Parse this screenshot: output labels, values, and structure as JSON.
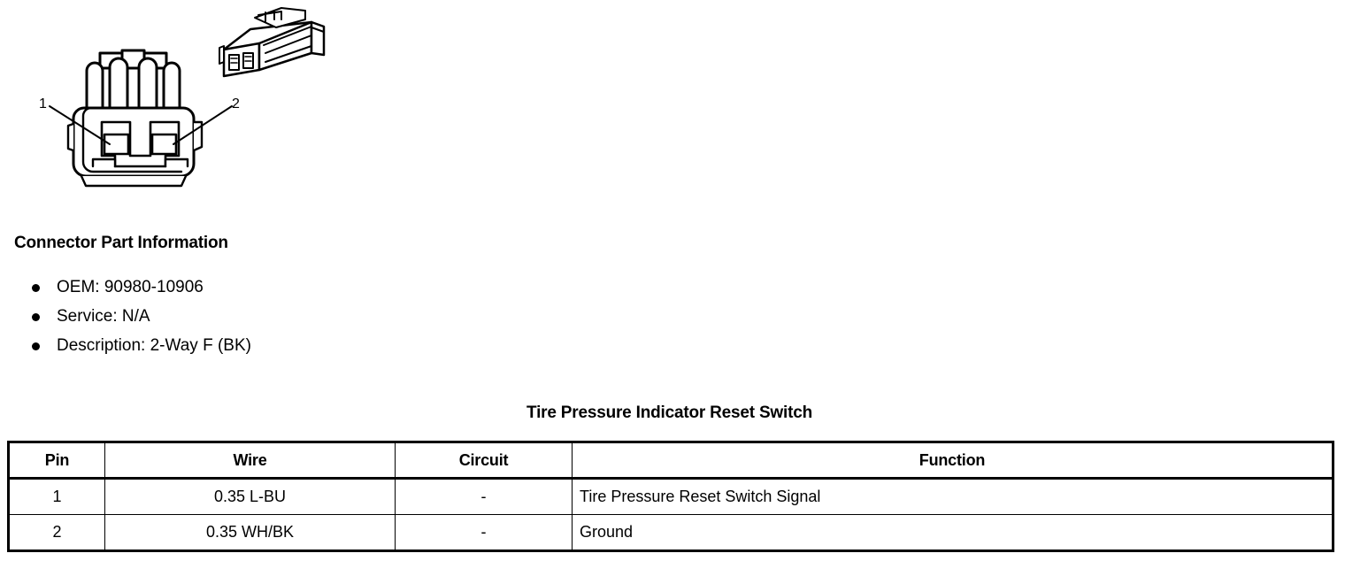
{
  "figure": {
    "label": "two-way female connector face view with isometric inset",
    "callouts": [
      {
        "id": "1",
        "text": "1"
      },
      {
        "id": "2",
        "text": "2"
      }
    ]
  },
  "part_info": {
    "heading": "Connector Part Information",
    "items": [
      {
        "label": "OEM: 90980-10906"
      },
      {
        "label": "Service: N/A"
      },
      {
        "label": "Description: 2-Way F (BK)"
      }
    ]
  },
  "pinout": {
    "title": "Tire Pressure Indicator Reset Switch",
    "columns": [
      "Pin",
      "Wire",
      "Circuit",
      "Function"
    ],
    "rows": [
      {
        "pin": "1",
        "wire": "0.35 L-BU",
        "circuit": "-",
        "function": "Tire Pressure Reset Switch Signal"
      },
      {
        "pin": "2",
        "wire": "0.35 WH/BK",
        "circuit": "-",
        "function": "Ground"
      }
    ]
  },
  "colors": {
    "ink": "#000000",
    "paper": "#ffffff"
  }
}
